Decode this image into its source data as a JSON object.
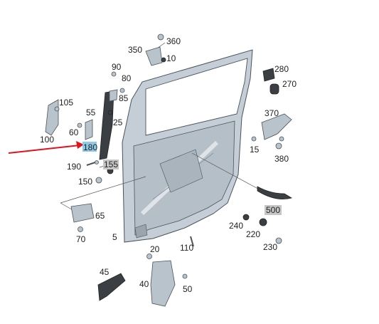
{
  "diagram": {
    "labels": [
      {
        "id": "360",
        "text": "360"
      },
      {
        "id": "350",
        "text": "350"
      },
      {
        "id": "10",
        "text": "10"
      },
      {
        "id": "90",
        "text": "90"
      },
      {
        "id": "80",
        "text": "80"
      },
      {
        "id": "85",
        "text": "85"
      },
      {
        "id": "105",
        "text": "105"
      },
      {
        "id": "55",
        "text": "55"
      },
      {
        "id": "60",
        "text": "60"
      },
      {
        "id": "25",
        "text": "25"
      },
      {
        "id": "100",
        "text": "100"
      },
      {
        "id": "180",
        "text": "180",
        "highlight": "blue"
      },
      {
        "id": "190",
        "text": "190"
      },
      {
        "id": "155",
        "text": "155",
        "highlight": "grey"
      },
      {
        "id": "150",
        "text": "150"
      },
      {
        "id": "280",
        "text": "280"
      },
      {
        "id": "270",
        "text": "270"
      },
      {
        "id": "370",
        "text": "370"
      },
      {
        "id": "15",
        "text": "15"
      },
      {
        "id": "380",
        "text": "380"
      },
      {
        "id": "500",
        "text": "500",
        "highlight": "grey"
      },
      {
        "id": "240",
        "text": "240"
      },
      {
        "id": "220",
        "text": "220"
      },
      {
        "id": "230",
        "text": "230"
      },
      {
        "id": "65",
        "text": "65"
      },
      {
        "id": "70",
        "text": "70"
      },
      {
        "id": "5",
        "text": "5"
      },
      {
        "id": "20",
        "text": "20"
      },
      {
        "id": "110",
        "text": "110"
      },
      {
        "id": "45",
        "text": "45"
      },
      {
        "id": "40",
        "text": "40"
      },
      {
        "id": "50",
        "text": "50"
      }
    ],
    "colors": {
      "arrow": "#e0141e",
      "highlight_blue": "#8ec9e6",
      "highlight_grey": "#c6c6c6",
      "door_fill": "#c5ced6"
    }
  }
}
